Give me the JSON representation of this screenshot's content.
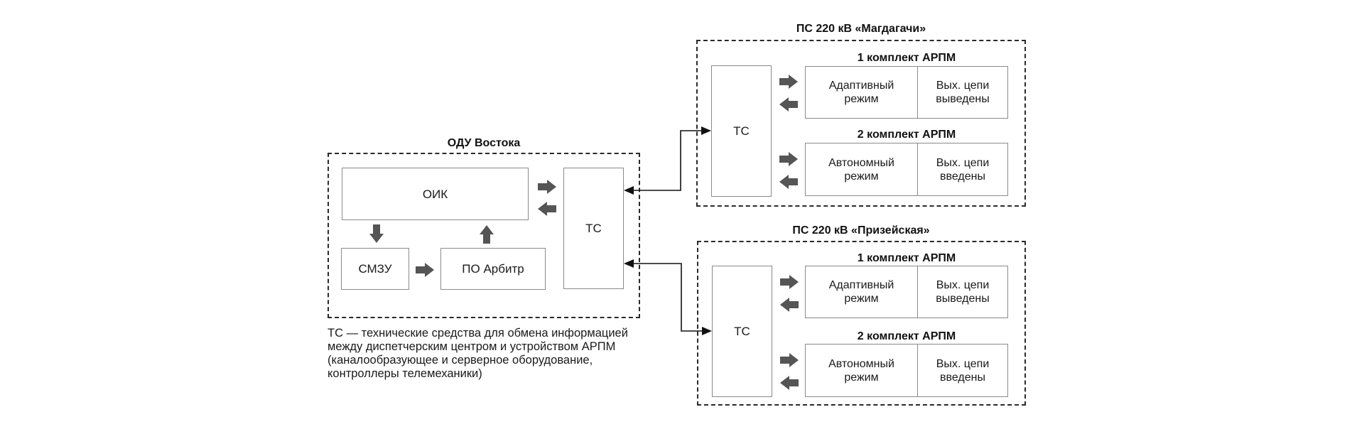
{
  "odu": {
    "title": "ОДУ Востока",
    "oik_label": "ОИК",
    "smzu_label": "СМЗУ",
    "arbiter_label": "ПО Арбитр",
    "tc_label": "ТС"
  },
  "substations": [
    {
      "title": "ПС 220 кВ «Магдагачи»",
      "tc_label": "ТС",
      "sets": [
        {
          "title": "1 комплект АРПМ",
          "mode": "Адаптивный\nрежим",
          "circuits": "Вых. цепи\nвыведены"
        },
        {
          "title": "2 комплект АРПМ",
          "mode": "Автономный\nрежим",
          "circuits": "Вых. цепи\nвведены"
        }
      ]
    },
    {
      "title": "ПС 220 кВ «Призейская»",
      "tc_label": "ТС",
      "sets": [
        {
          "title": "1 комплект АРПМ",
          "mode": "Адаптивный\nрежим",
          "circuits": "Вых. цепи\nвыведены"
        },
        {
          "title": "2 комплект АРПМ",
          "mode": "Автономный\nрежим",
          "circuits": "Вых. цепи\nвведены"
        }
      ]
    }
  ],
  "note": {
    "lines": [
      "ТС — технические средства для обмена информацией",
      "между диспетчерским центром и устройством АРПМ",
      "(каналообразующее и серверное оборудование,",
      "контроллеры телемеханики)"
    ]
  },
  "icons": {
    "block_arrow": "block-arrow-icon",
    "connector_arrow": "arrowhead-icon"
  },
  "colors": {
    "block_arrow": "#555555",
    "box_border": "#8a8a8a",
    "dashed_border": "#2a2a2a",
    "connector": "#111111"
  }
}
